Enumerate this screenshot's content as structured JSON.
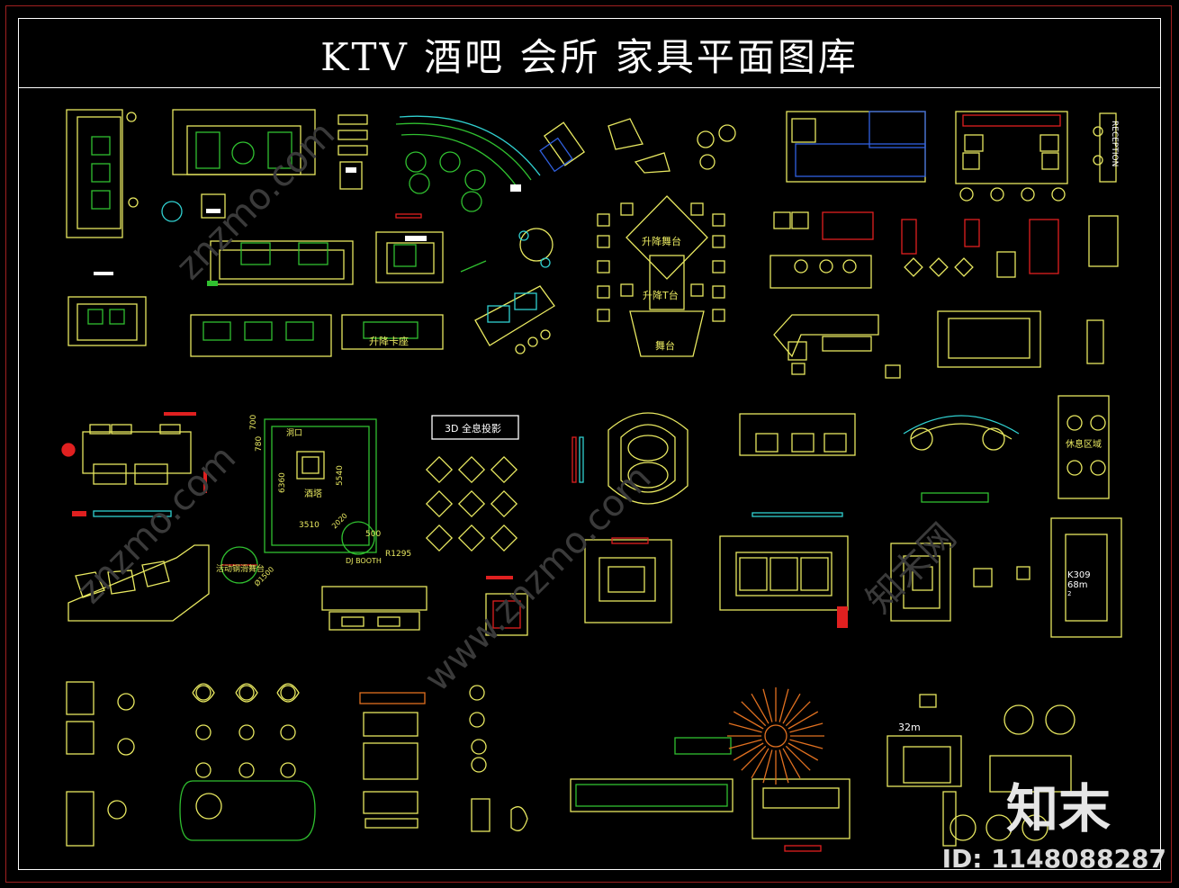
{
  "title": "KTV 酒吧 会所 家具平面图库",
  "labels": {
    "lift_stage_top": "升降舞台",
    "lift_t_stage": "升降T台",
    "stage": "舞台",
    "lift_seat": "升降卡座",
    "hologram": "3D 全息投影",
    "rest_area": "休息区域",
    "wine_tower": "酒塔",
    "entrance": "洞口",
    "dj_booth": "DJ BOOTH",
    "rotating_stage": "活动钢滑舞台",
    "reception": "RECEPTION",
    "room_code": "K309",
    "room_area": "68m",
    "room_area_unit": "2",
    "area_32": "32m",
    "dim_700": "700",
    "dim_780": "780",
    "dim_6360": "6360",
    "dim_5540": "5540",
    "dim_3510": "3510",
    "dim_500": "500",
    "dim_r1295": "R1295",
    "dim_d1500": "Ø1500",
    "dim_2020": "2020"
  },
  "watermarks": {
    "id_text": "ID: 1148088287",
    "logo_text": "知末",
    "site_cn": "知末网",
    "site_en": "www.znzmo.com",
    "site_short": "znzmo.com"
  },
  "colors": {
    "frame_outer": "#a02020",
    "frame_inner": "#ffffff",
    "furniture": "#e8e860",
    "accent_green": "#30c030",
    "accent_cyan": "#30d0d0",
    "accent_red": "#e02020",
    "accent_orange": "#e07020"
  }
}
